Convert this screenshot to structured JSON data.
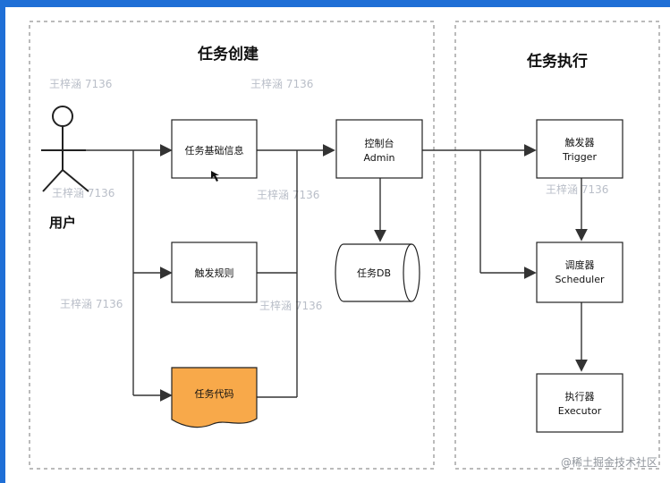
{
  "sections": {
    "creation_title": "任务创建",
    "execution_title": "任务执行"
  },
  "actor": {
    "label": "用户"
  },
  "nodes": {
    "task_basic_info": "任务基础信息",
    "trigger_rules": "触发规则",
    "task_code": "任务代码",
    "admin_cn": "控制台",
    "admin_en": "Admin",
    "task_db": "任务DB",
    "trigger_cn": "触发器",
    "trigger_en": "Trigger",
    "scheduler_cn": "调度器",
    "scheduler_en": "Scheduler",
    "executor_cn": "执行器",
    "executor_en": "Executor"
  },
  "watermark": "@稀土掘金技术社区",
  "colors": {
    "task_code_fill": "#f8a94a",
    "border_blue": "#1f6fd6",
    "line": "#333333"
  }
}
